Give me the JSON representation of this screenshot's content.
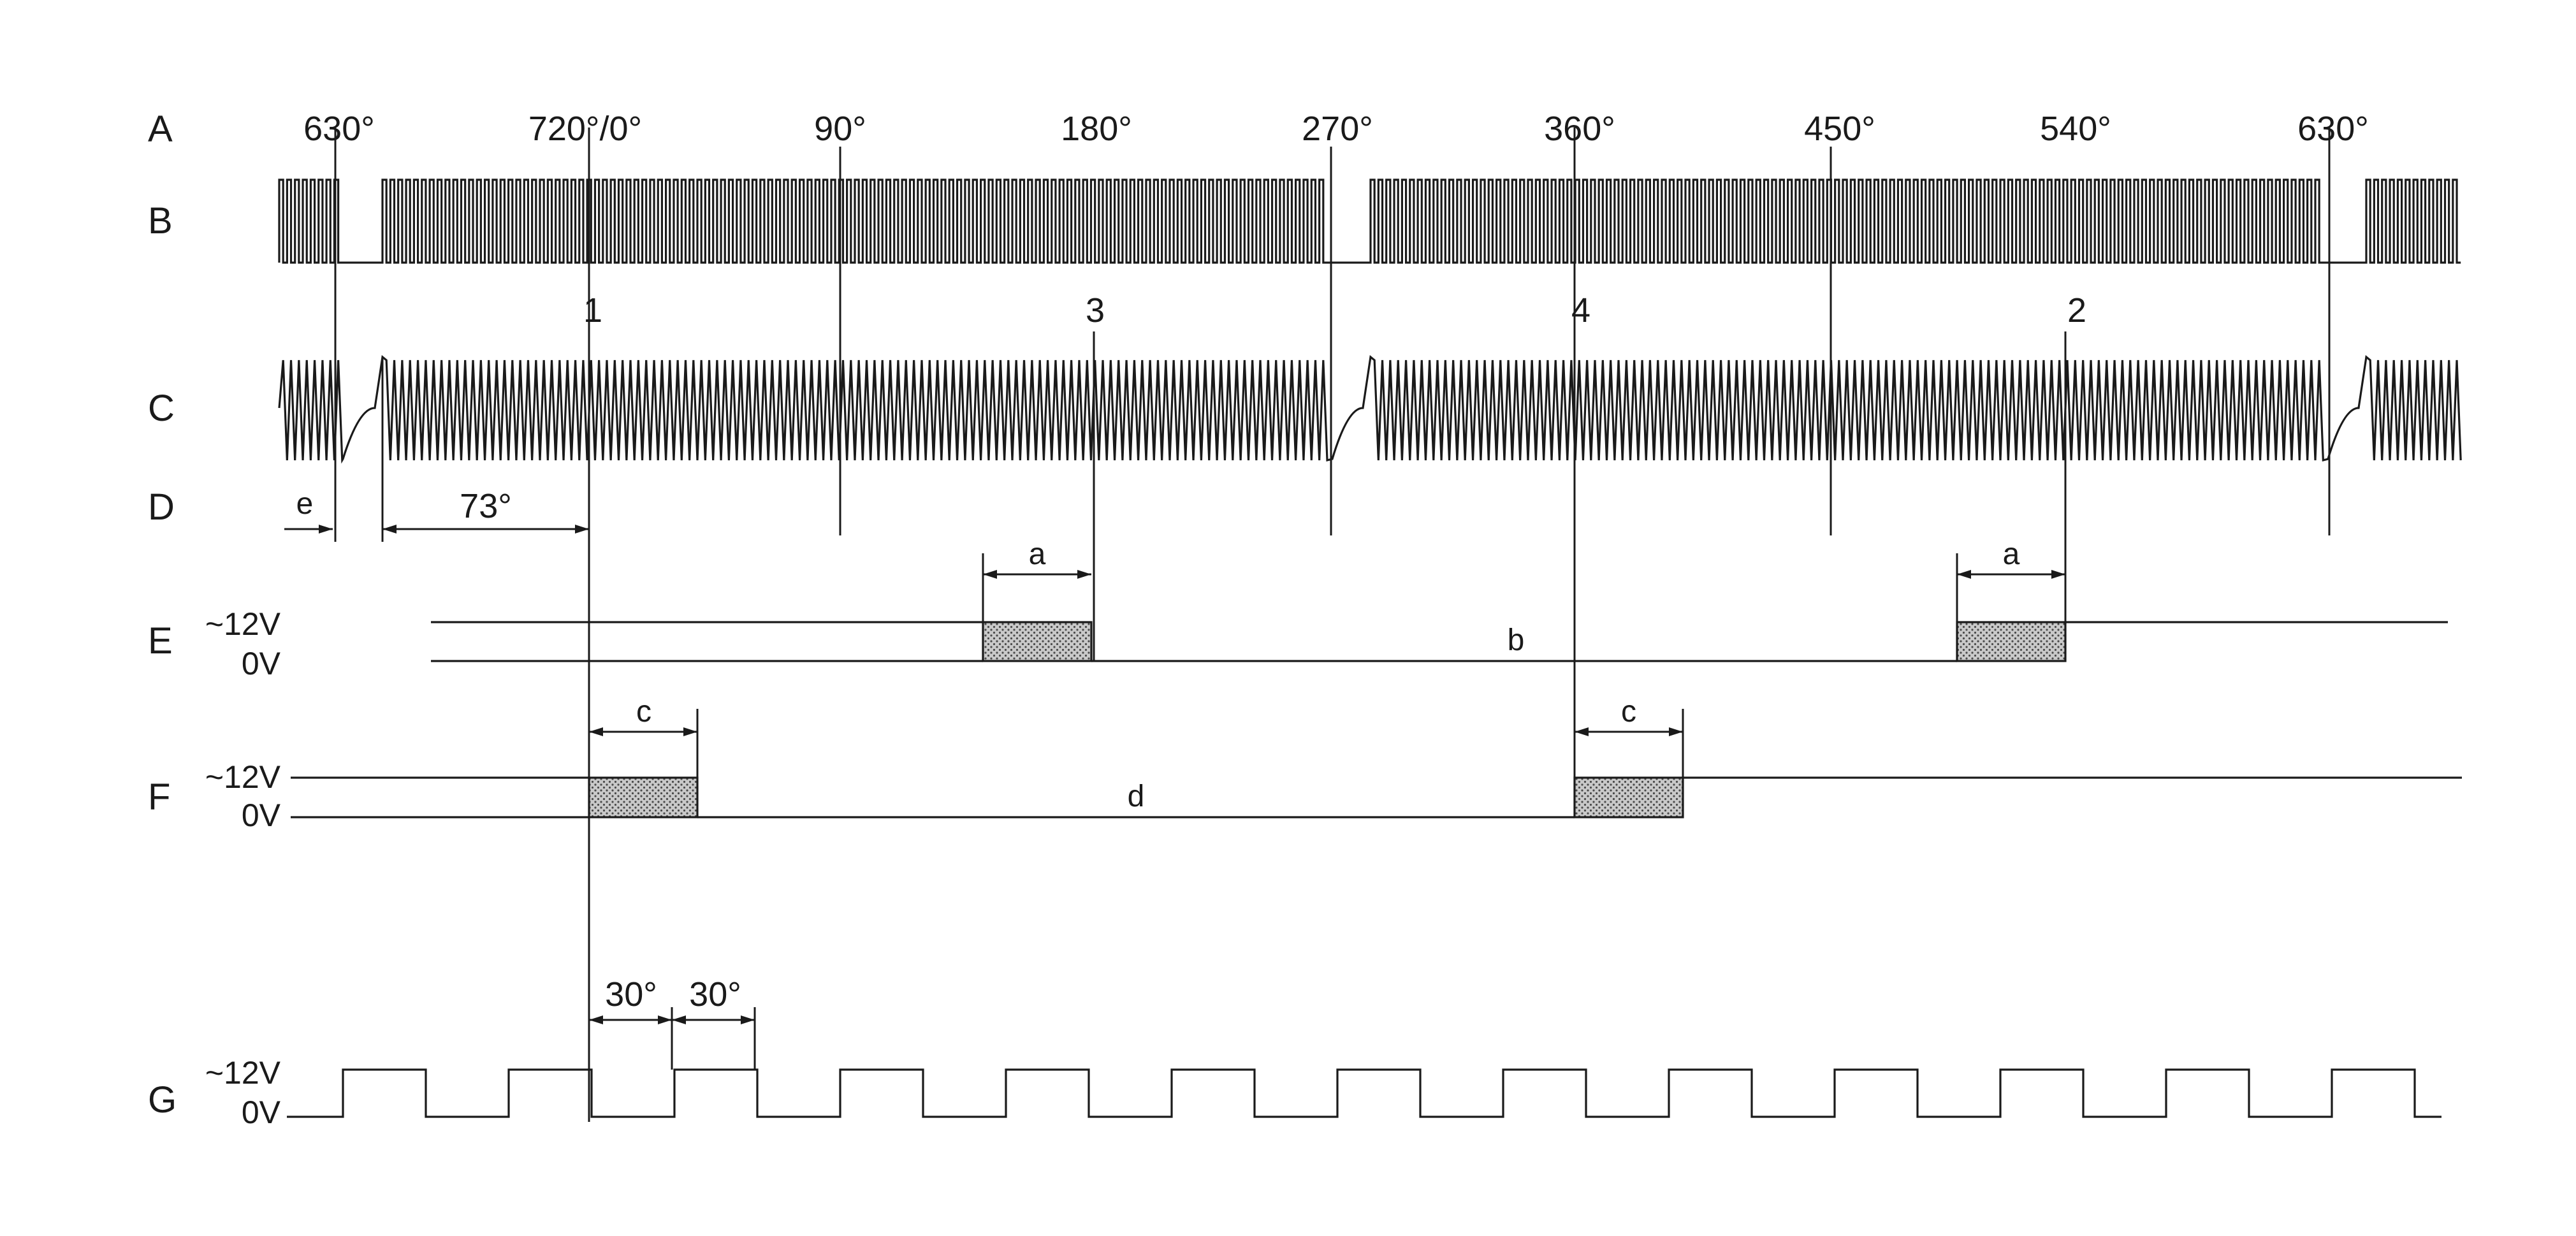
{
  "rows": {
    "A": "A",
    "B": "B",
    "C": "C",
    "D": "D",
    "E": "E",
    "F": "F",
    "G": "G"
  },
  "crank_angles": [
    "630°",
    "720°/0°",
    "90°",
    "180°",
    "270°",
    "360°",
    "450°",
    "540°",
    "630°"
  ],
  "cylinders": [
    "1",
    "3",
    "4",
    "2"
  ],
  "voltages": {
    "high": "~12V",
    "low": "0V"
  },
  "annotations": {
    "e": "e",
    "offset_73": "73°",
    "a": "a",
    "b": "b",
    "c": "c",
    "d": "d",
    "pulse_30": "30°"
  },
  "colors": {
    "ink": "#1a1a1a",
    "background": "#ffffff"
  }
}
